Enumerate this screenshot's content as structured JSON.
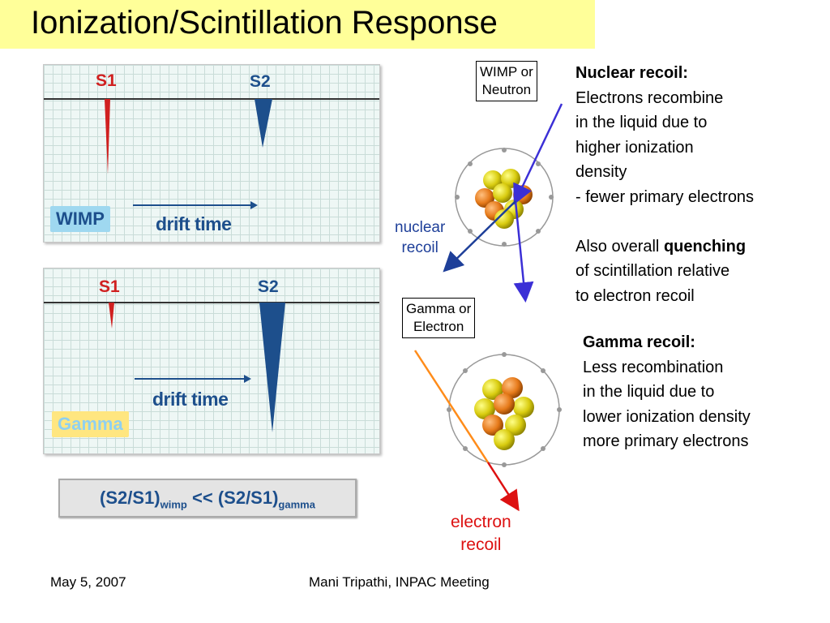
{
  "title": "Ionization/Scintillation Response",
  "wimp_panel": {
    "s1_label": "S1",
    "s2_label": "S2",
    "drift_label": "drift time",
    "tag": "WIMP"
  },
  "gamma_panel": {
    "s1_label": "S1",
    "s2_label": "S2",
    "drift_label": "drift time",
    "tag": "Gamma"
  },
  "ratio": {
    "left": "(S2/S1)",
    "left_sub": "wimp",
    "op": "<<",
    "right": "(S2/S1)",
    "right_sub": "gamma"
  },
  "diagram": {
    "wimp_box": [
      "WIMP or",
      "Neutron"
    ],
    "nuclear_recoil": [
      "nuclear",
      "recoil"
    ],
    "gamma_box": [
      "Gamma or",
      "Electron"
    ],
    "electron_recoil": [
      "electron",
      "recoil"
    ]
  },
  "nuclear_text": {
    "heading": "Nuclear recoil:",
    "lines": [
      "Electrons recombine",
      "in the liquid due to",
      "higher ionization",
      "density",
      "- fewer primary electrons"
    ],
    "also_prefix": "Also overall ",
    "also_bold": "quenching",
    "also_lines": [
      "of scintillation relative",
      "to electron recoil"
    ]
  },
  "gamma_text": {
    "heading": "Gamma recoil:",
    "lines": [
      "Less recombination",
      "in the liquid due to",
      "lower ionization density",
      "more primary electrons"
    ]
  },
  "footer": {
    "date": "May 5, 2007",
    "meeting": "Mani Tripathi, INPAC Meeting"
  },
  "colors": {
    "title_bg": "#ffff99",
    "s1_color": "#d02020",
    "s2_color": "#1d4f8c",
    "nuclear_recoil_color": "#1e3f99",
    "electron_recoil_color": "#dd1111",
    "wimp_arrow_color": "#3b2fd6",
    "gamma_arrow_color": "#ff8c1a"
  }
}
